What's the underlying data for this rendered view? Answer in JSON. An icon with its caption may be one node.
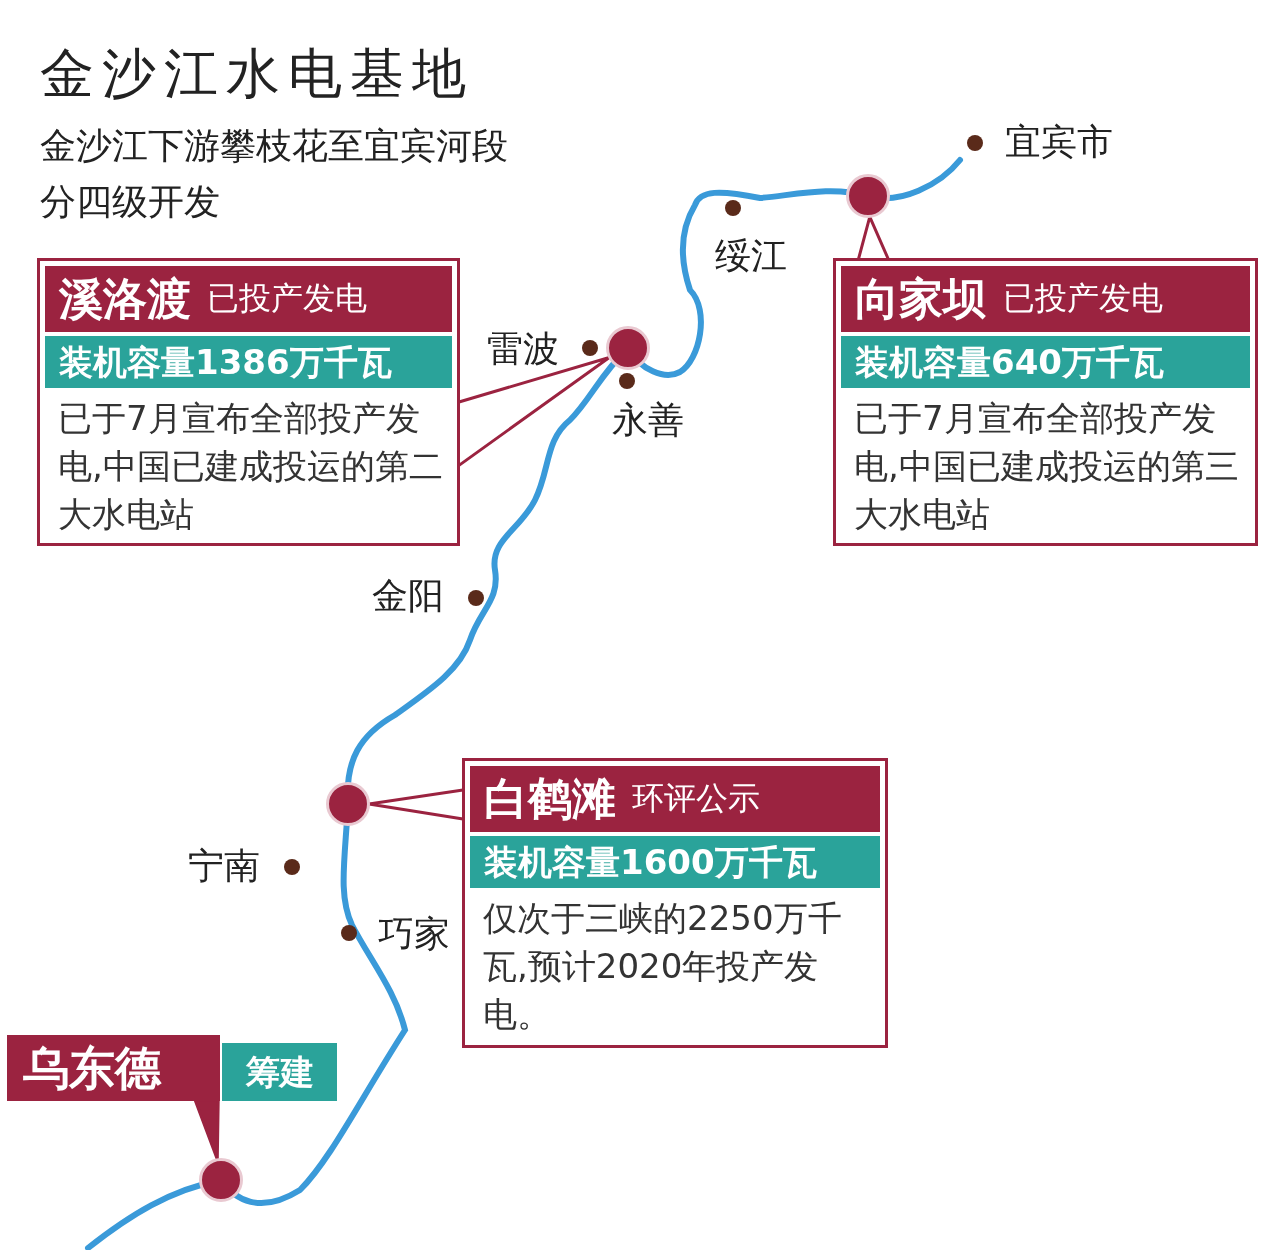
{
  "diagram": {
    "title": "金沙江水电基地",
    "nodes": [
      {
        "text": [
          "溪洛渡",
          "已投产发电",
          "装机容量1386万千瓦",
          "已于7月宣布全部投产发电,中国已建成投运的第二大水电站"
        ]
      },
      {
        "text": [],
        "shape": "circle"
      },
      {
        "text": [
          "向家坝",
          "已投产发电",
          "装机容量640万千瓦",
          "已于7月宣布全部投产发电,中国已建成投运的第三大水电站"
        ]
      },
      {
        "text": [],
        "shape": "circle"
      },
      {
        "text": [
          "白鹤滩",
          "环评公示",
          "装机容量1600万千瓦",
          "仅次于三峡的2250万千瓦,预计2020年投产发电。"
        ]
      },
      {
        "text": [],
        "shape": "circle"
      },
      {
        "text": [
          "乌东德",
          "筹建"
        ]
      },
      {
        "text": [],
        "shape": "circle"
      }
    ],
    "edges": [
      {
        "from": 0,
        "to": 1,
        "arrow": "none"
      },
      {
        "from": 2,
        "to": 3,
        "arrow": "none"
      },
      {
        "from": 4,
        "to": 5,
        "arrow": "none"
      },
      {
        "from": 6,
        "to": 7,
        "arrow": "none"
      }
    ],
    "labels": [
      "金沙江下游攀枝花至宜宾河段分四级开发",
      "宜宾市",
      "绥江",
      "雷波",
      "永善",
      "金阳",
      "宁南",
      "巧家"
    ]
  }
}
